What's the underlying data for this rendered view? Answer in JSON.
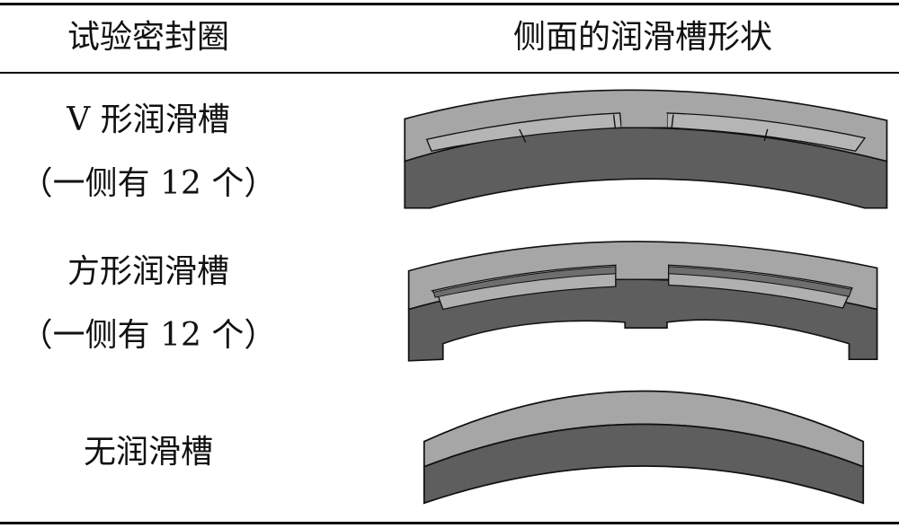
{
  "table": {
    "headers": [
      "试验密封圈",
      "侧面的润滑槽形状"
    ],
    "rows": [
      {
        "name_line1": "V 形润滑槽",
        "name_line2": "（一侧有 12 个）",
        "image": "v-groove-seal-side-view"
      },
      {
        "name_line1": "方形润滑槽",
        "name_line2": "（一侧有 12 个）",
        "image": "square-groove-seal-side-view"
      },
      {
        "name_line1": "无润滑槽",
        "image": "no-groove-seal-side-view"
      }
    ]
  },
  "colors": {
    "light": "#a6a6a6",
    "dark": "#5e5e5e",
    "groove": "#b8b8b8",
    "stripe": "#6e6e6e"
  }
}
